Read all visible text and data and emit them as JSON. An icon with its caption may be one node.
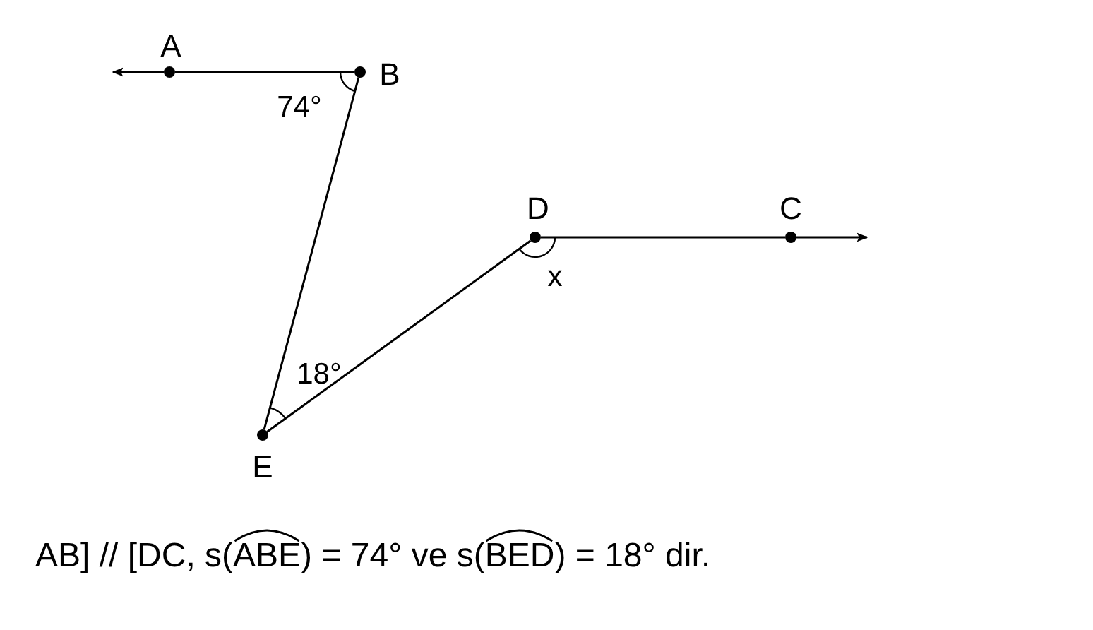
{
  "diagram": {
    "nodes": [
      {
        "text": [],
        "shape": "circle",
        "beside": [
          "A"
        ]
      },
      {
        "text": [],
        "shape": "circle",
        "beside": [
          "B"
        ]
      },
      {
        "text": [],
        "shape": "circle",
        "beside": [
          "C"
        ]
      },
      {
        "text": [],
        "shape": "circle",
        "beside": [
          "D"
        ]
      },
      {
        "text": [],
        "shape": "circle",
        "beside": [
          "E"
        ]
      }
    ],
    "edges": [
      {
        "from": 1,
        "to": 0,
        "arrow": "none"
      },
      {
        "from": 0,
        "to": null,
        "arrow": "to"
      },
      {
        "from": 1,
        "to": 4,
        "arrow": "none"
      },
      {
        "from": 4,
        "to": 3,
        "arrow": "none"
      },
      {
        "from": 3,
        "to": 2,
        "arrow": "none"
      },
      {
        "from": 2,
        "to": null,
        "arrow": "to"
      }
    ],
    "labels": [
      "74°",
      "18°",
      "x",
      "AB] // [DC, s(",
      "ABE",
      ") = 74° ve s(",
      "BED",
      ") = 18° dir."
    ]
  }
}
